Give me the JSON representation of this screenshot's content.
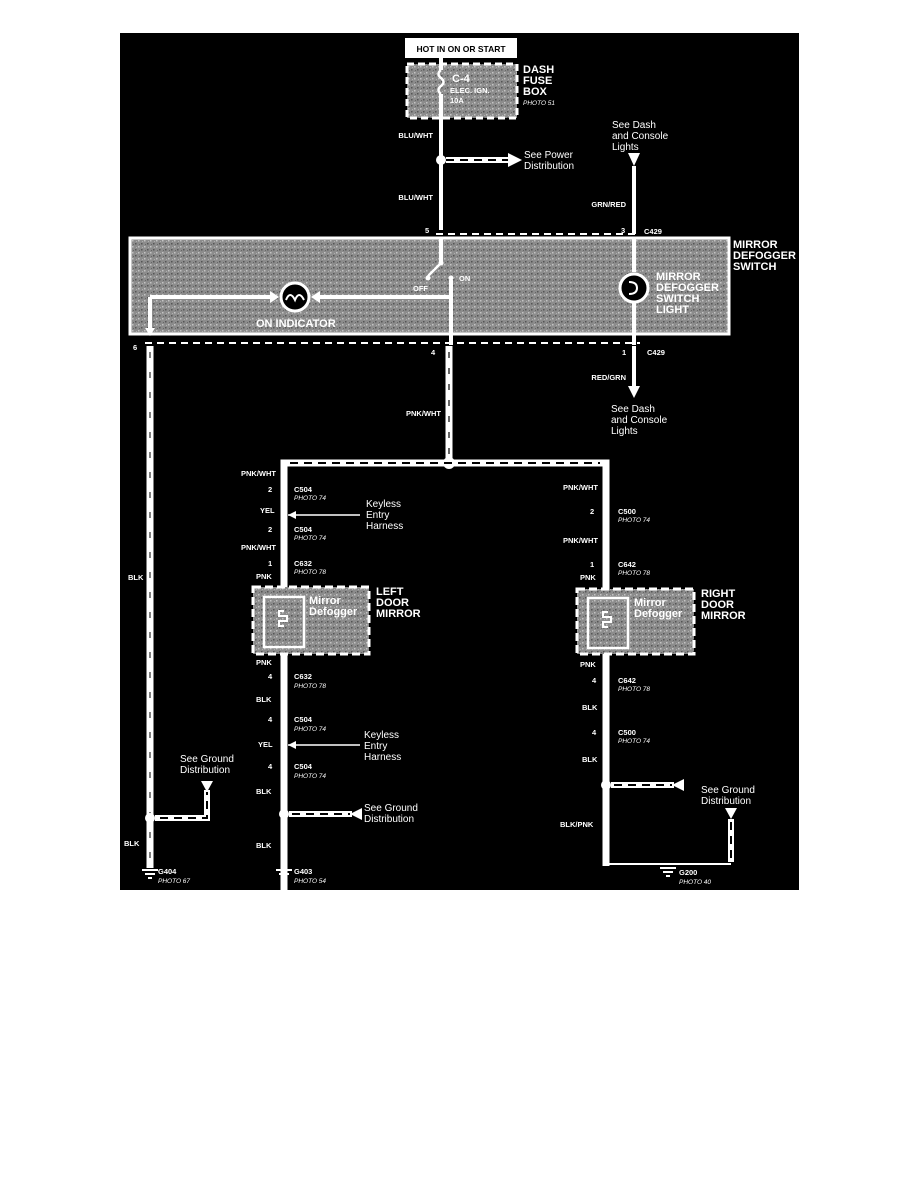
{
  "hot_label": "HOT IN ON OR START",
  "fuse_box": {
    "fuse_id": "C-4",
    "fuse_name": "ELEC. IGN.",
    "fuse_rating": "10A",
    "title_line1": "DASH",
    "title_line2": "FUSE",
    "title_line3": "BOX",
    "photo": "PHOTO 51"
  },
  "wires": {
    "blu_wht": "BLU/WHT",
    "grn_red": "GRN/RED",
    "red_grn": "RED/GRN",
    "pnk_wht": "PNK/WHT",
    "yel": "YEL",
    "pnk": "PNK",
    "blk": "BLK",
    "blk_pnk": "BLK/PNK"
  },
  "refs": {
    "power_dist_1": "See Power",
    "power_dist_2": "Distribution",
    "dash_console_1": "See Dash",
    "dash_console_2": "and Console",
    "dash_console_3": "Lights",
    "ground_dist_1": "See Ground",
    "ground_dist_2": "Distribution",
    "keyless_1": "Keyless",
    "keyless_2": "Entry",
    "keyless_3": "Harness"
  },
  "switch": {
    "title_line1": "MIRROR",
    "title_line2": "DEFOGGER",
    "title_line3": "SWITCH",
    "on_label": "ON",
    "off_label": "OFF",
    "indicator_label": "ON INDICATOR",
    "light_line1": "MIRROR",
    "light_line2": "DEFOGGER",
    "light_line3": "SWITCH",
    "light_line4": "LIGHT"
  },
  "pins": {
    "p5": "5",
    "p3": "3",
    "p6": "6",
    "p4": "4",
    "p1": "1",
    "p2": "2"
  },
  "connectors": {
    "c429": "C429",
    "c504": "C504",
    "c500": "C500",
    "c632": "C632",
    "c642": "C642"
  },
  "photos": {
    "p74": "PHOTO 74",
    "p78": "PHOTO 78",
    "p67": "PHOTO 67",
    "p54": "PHOTO 54",
    "p40": "PHOTO 40"
  },
  "left_mirror": {
    "defogger_1": "Mirror",
    "defogger_2": "Defogger",
    "title_1": "LEFT",
    "title_2": "DOOR",
    "title_3": "MIRROR"
  },
  "right_mirror": {
    "defogger_1": "Mirror",
    "defogger_2": "Defogger",
    "title_1": "RIGHT",
    "title_2": "DOOR",
    "title_3": "MIRROR"
  },
  "grounds": {
    "g404": "G404",
    "g403": "G403",
    "g200": "G200"
  },
  "colors": {
    "background": "#000000",
    "line": "#ffffff",
    "page": "#ffffff",
    "panel": "#8a8a8a"
  }
}
